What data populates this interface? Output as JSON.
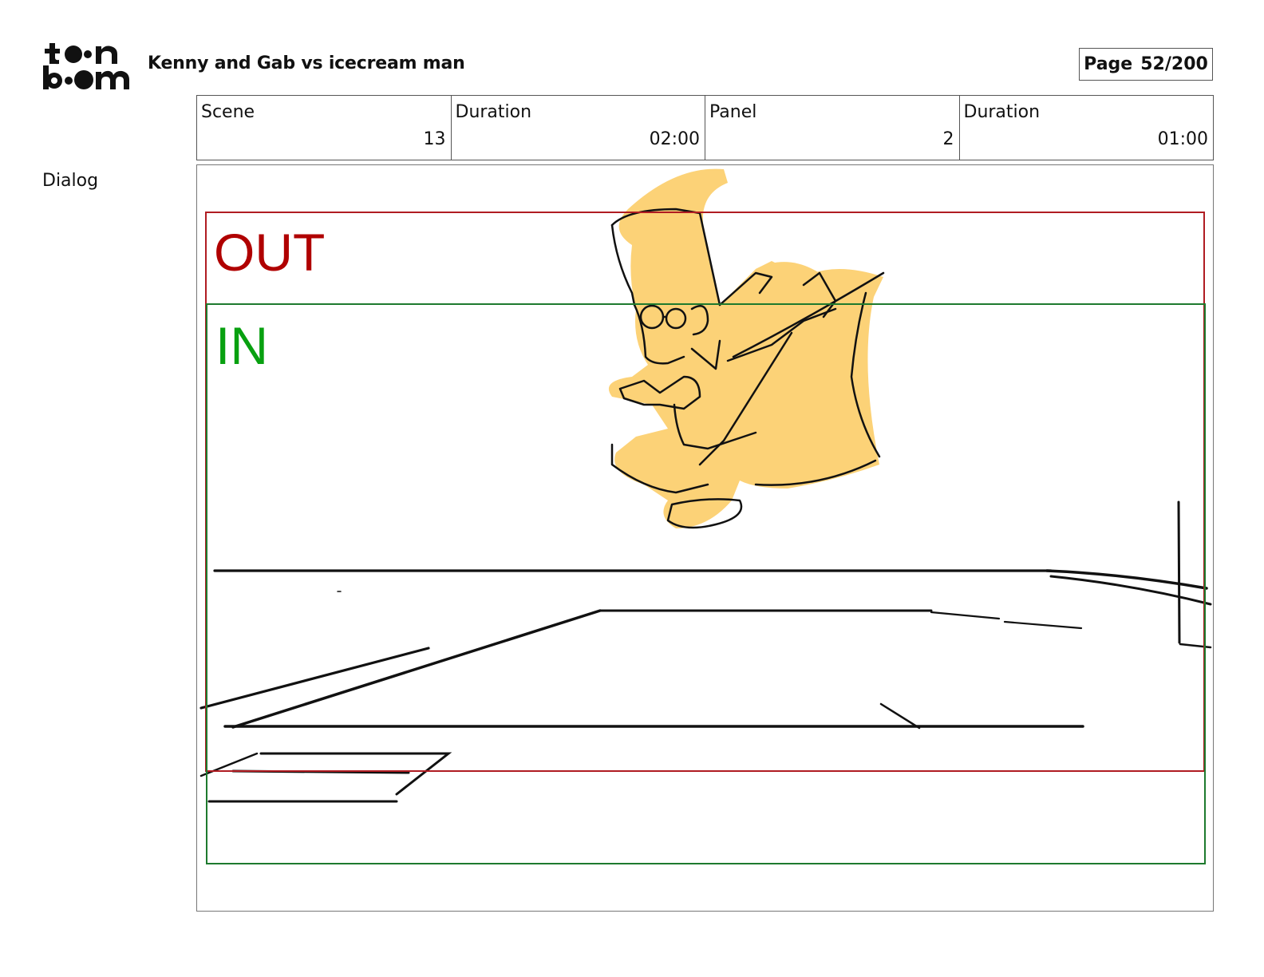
{
  "header": {
    "logo_text": "toon boom",
    "project_title": "Kenny and Gab vs icecream man",
    "page_label": "Page",
    "page_number": "52/200"
  },
  "info": {
    "scene_label": "Scene",
    "scene_value": "13",
    "scene_duration_label": "Duration",
    "scene_duration_value": "02:00",
    "panel_label": "Panel",
    "panel_value": "2",
    "panel_duration_label": "Duration",
    "panel_duration_value": "01:00"
  },
  "dialog_label": "Dialog",
  "panel_frames": {
    "out_label": "OUT",
    "in_label": "IN",
    "out_color": "#b01c22",
    "in_color": "#1e7a2e"
  },
  "colors": {
    "sketch_fill": "#fcd277",
    "ink": "#111111"
  }
}
